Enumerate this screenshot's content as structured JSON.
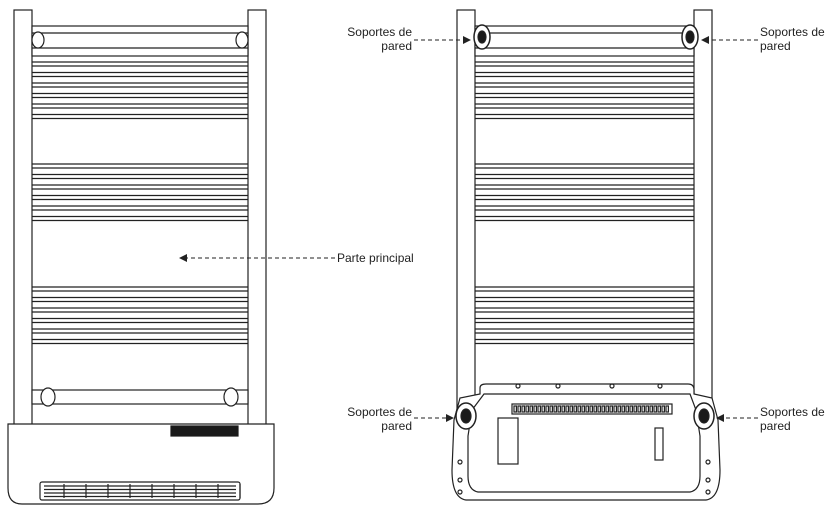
{
  "labels": {
    "main_part": "Parte principal",
    "bracket_top_left": {
      "line1": "Soportes de",
      "line2": "pared"
    },
    "bracket_top_right": {
      "line1": "Soportes de",
      "line2": "pared"
    },
    "bracket_bottom_left": {
      "line1": "Soportes de",
      "line2": "pared"
    },
    "bracket_bottom_right": {
      "line1": "Soportes de",
      "line2": "pared"
    }
  },
  "colors": {
    "stroke": "#222222",
    "dark": "#1a1a1a",
    "background": "#ffffff"
  }
}
